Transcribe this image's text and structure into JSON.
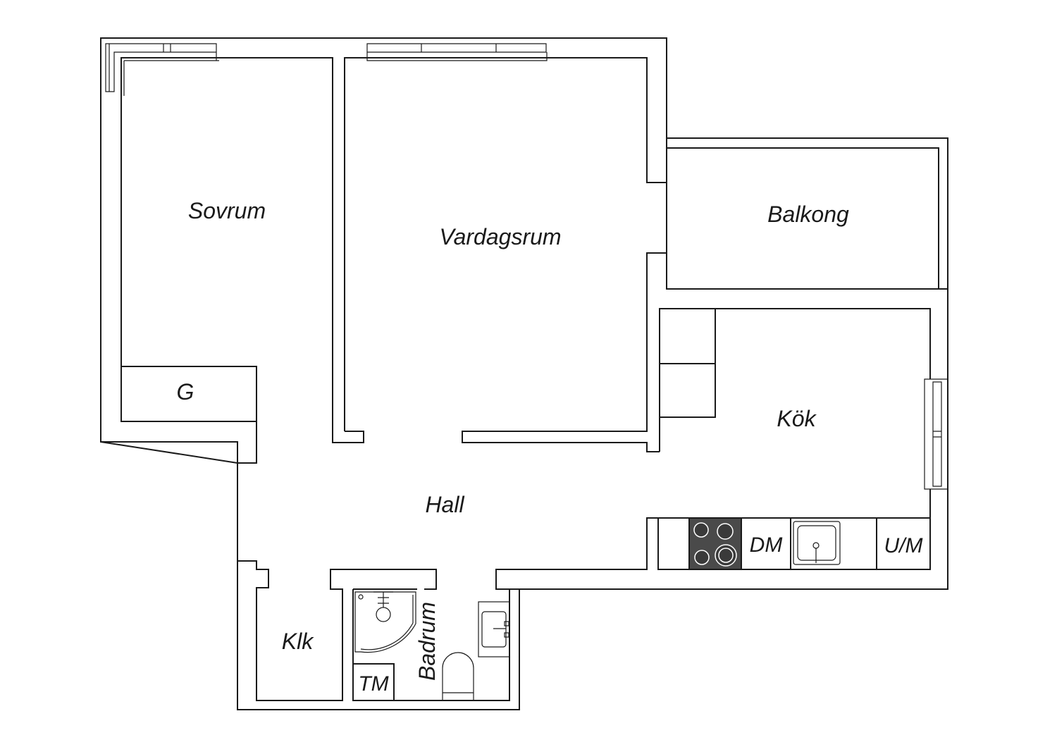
{
  "rooms": {
    "sovrum": "Sovrum",
    "vardagsrum": "Vardagsrum",
    "balkong": "Balkong",
    "kok": "Kök",
    "hall": "Hall",
    "klk": "Klk",
    "badrum": "Badrum",
    "garderob": "G"
  },
  "fixtures": {
    "tm": "TM",
    "dm": "DM",
    "um": "U/M"
  },
  "colors": {
    "line": "#1a1a1a",
    "stove": "#4a4a4a",
    "background": "#ffffff"
  }
}
